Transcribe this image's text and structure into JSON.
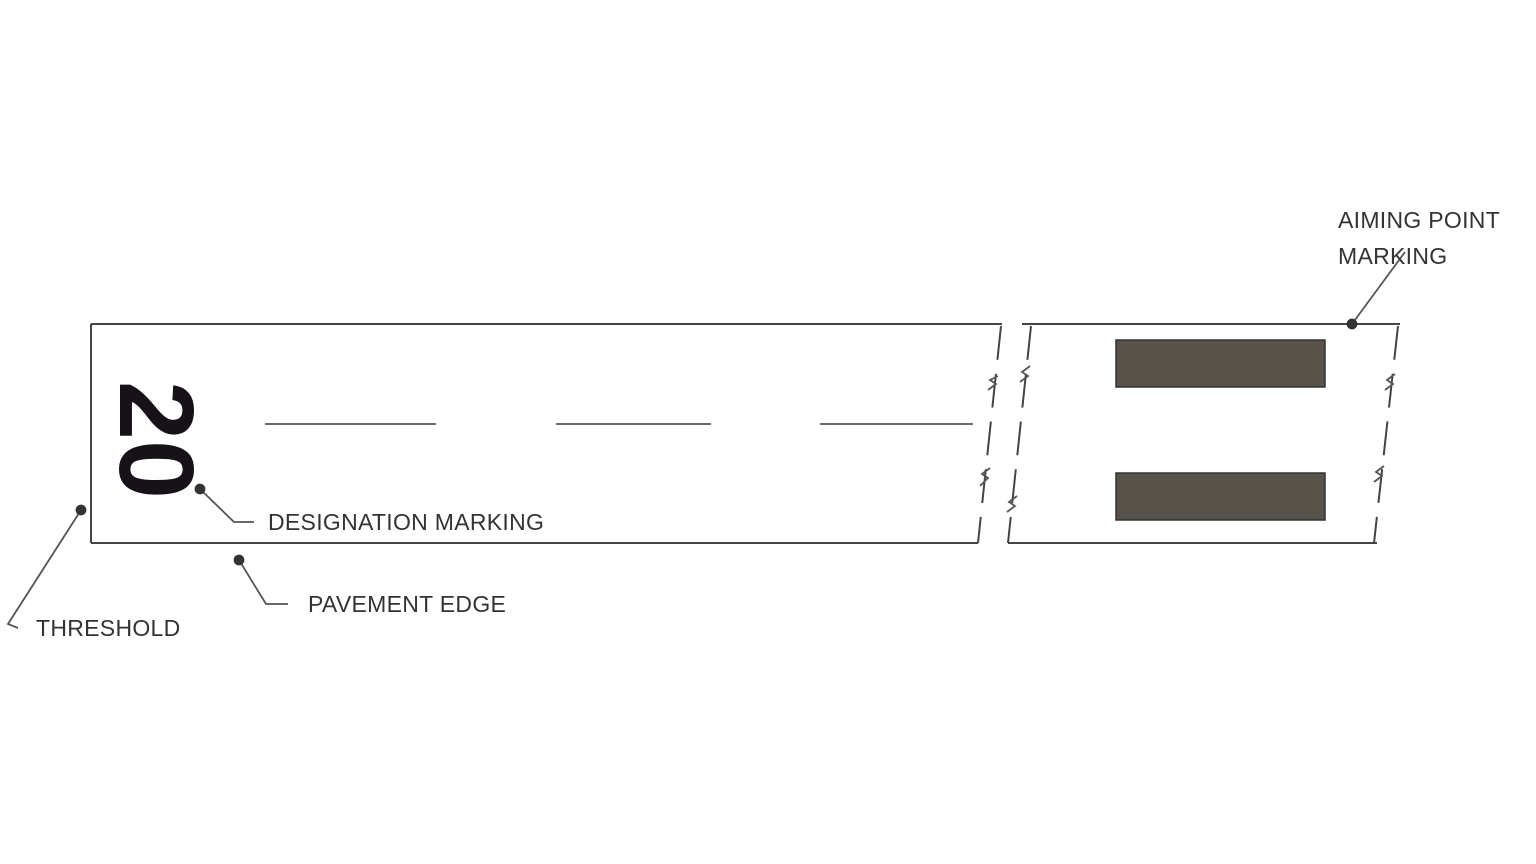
{
  "diagram": {
    "runway_designation": "20",
    "labels": {
      "aiming_point_line1": "AIMING POINT",
      "aiming_point_line2": "MARKING",
      "designation": "DESIGNATION MARKING",
      "pavement_edge": "PAVEMENT EDGE",
      "threshold": "THRESHOLD"
    },
    "colors": {
      "aiming_point_fill": "#57534a",
      "line": "#444444"
    }
  }
}
